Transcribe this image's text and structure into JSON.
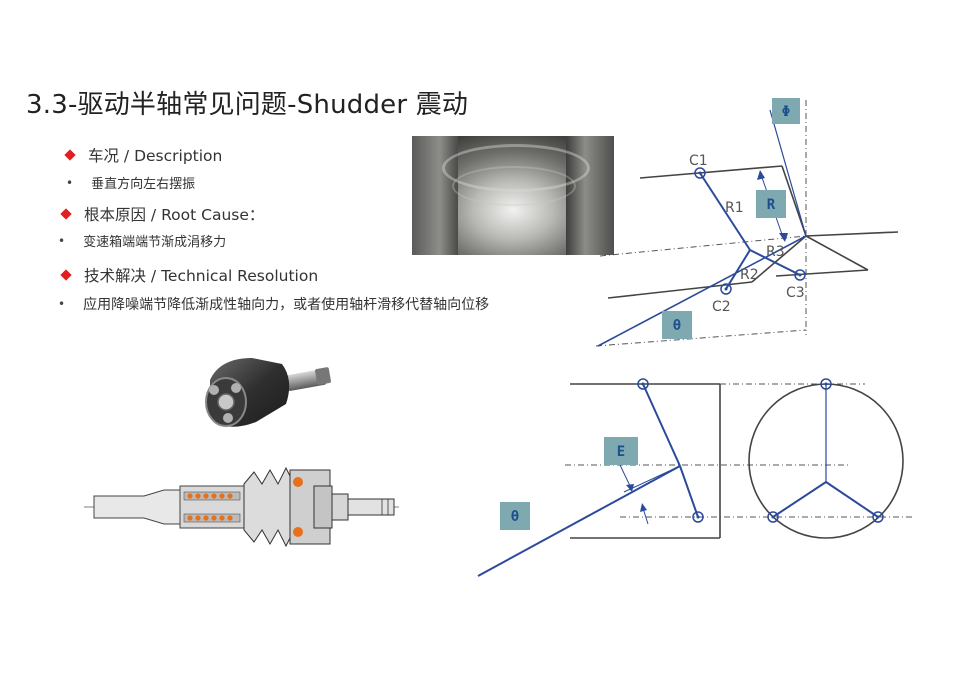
{
  "title": "3.3-驱动半轴常见问题-Shudder 震动",
  "sections": [
    {
      "heading": "车况 / Description",
      "detail": "垂直方向左右摆振"
    },
    {
      "heading": "根本原因 / Root Cause：",
      "detail": "变速箱端端节渐成涓移力"
    },
    {
      "heading": "技术解决 / Technical Resolution",
      "detail": "应用降噪端节降低渐成性轴向力，或者使用轴杆滑移代替轴向位移"
    }
  ],
  "diagram_top": {
    "labels": {
      "c1": "C1",
      "c2": "C2",
      "c3": "C3",
      "r1": "R1",
      "r2": "R2",
      "r3": "R3"
    },
    "boxes": {
      "phi": "Φ",
      "r": "R",
      "theta": "θ"
    }
  },
  "diagram_bottom": {
    "boxes": {
      "e": "E",
      "theta": "θ"
    }
  },
  "colors": {
    "accent_red": "#e02020",
    "line_blue": "#2b4a9b",
    "box_teal": "#7fa9b1",
    "line_gray": "#4a4a4a"
  }
}
